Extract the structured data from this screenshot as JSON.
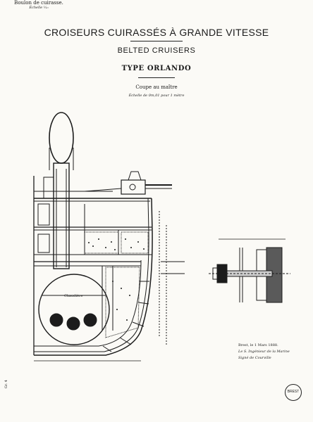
{
  "header": {
    "title": "CROISEURS CUIRASSÉS À GRANDE VITESSE",
    "subtitle": "BELTED CRUISERS",
    "type": "TYPE ORLANDO",
    "view": "Coupe au maître",
    "scale": "Échelle de 0m,01 pour 1 mètre"
  },
  "detail": {
    "title": "Boulon de cuirasse.",
    "scale": "Échelle ⅒"
  },
  "signature": {
    "line1": "Brest, le 1 Mars 1888.",
    "line2": "Le S. Ingénieur de la Marine",
    "line3": "Signé de Courville"
  },
  "labels": {
    "boiler": "Chaudière"
  },
  "margin_note": "Gr. 4",
  "stamp_text": "BREST"
}
